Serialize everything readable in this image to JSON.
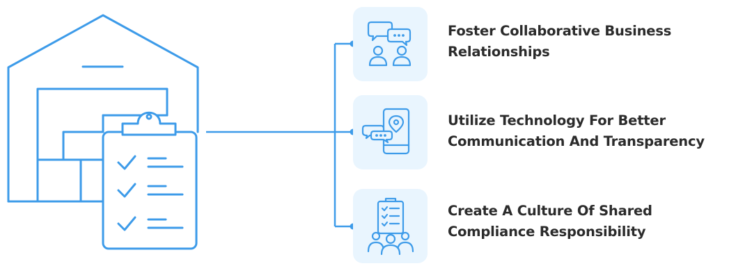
{
  "diagram": {
    "stroke_color": "#3d9be9",
    "icon_bg_color": "#e9f5fe",
    "text_color": "#2b2b2b",
    "main_illustration": "warehouse-with-checklist",
    "items": [
      {
        "icon": "chat-people-icon",
        "line1": "Foster Collaborative Business",
        "line2": "Relationships"
      },
      {
        "icon": "phone-chat-location-icon",
        "line1": "Utilize Technology For Better",
        "line2": "Communication And Transparency"
      },
      {
        "icon": "checklist-team-icon",
        "line1": "Create A Culture Of Shared",
        "line2": "Compliance Responsibility"
      }
    ]
  }
}
